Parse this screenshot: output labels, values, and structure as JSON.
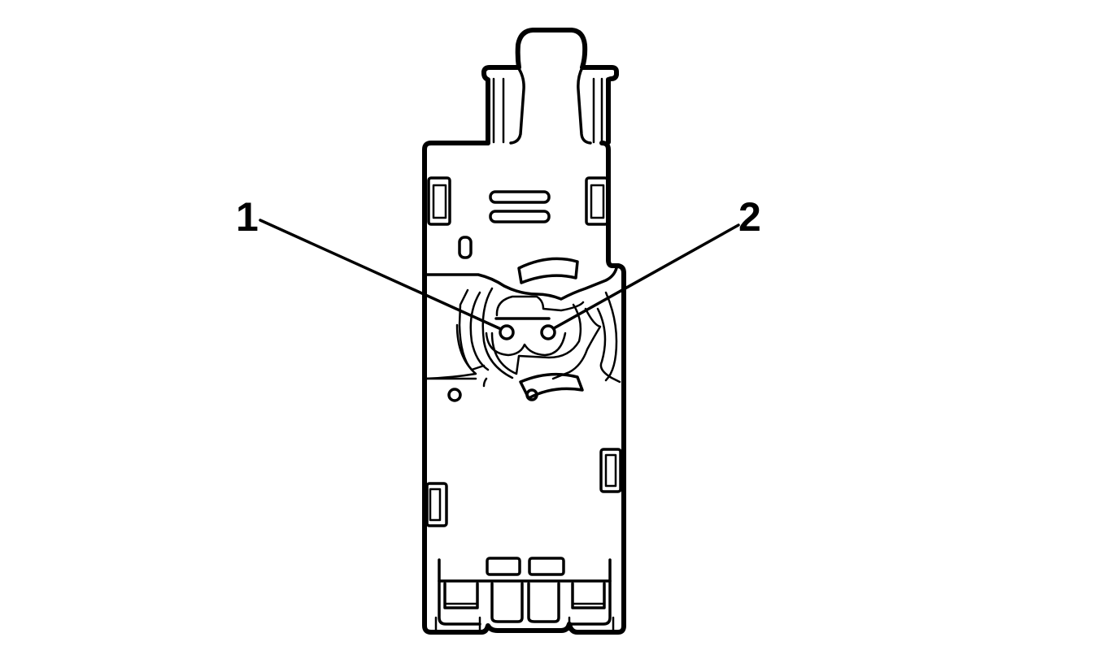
{
  "diagram": {
    "type": "connector-end-view-line-drawing",
    "callouts": [
      {
        "id": "1",
        "label": "1",
        "target": "pin-cavity-1"
      },
      {
        "id": "2",
        "label": "2",
        "target": "pin-cavity-2"
      }
    ],
    "colors": {
      "line": "#000000",
      "background": "#ffffff"
    }
  }
}
